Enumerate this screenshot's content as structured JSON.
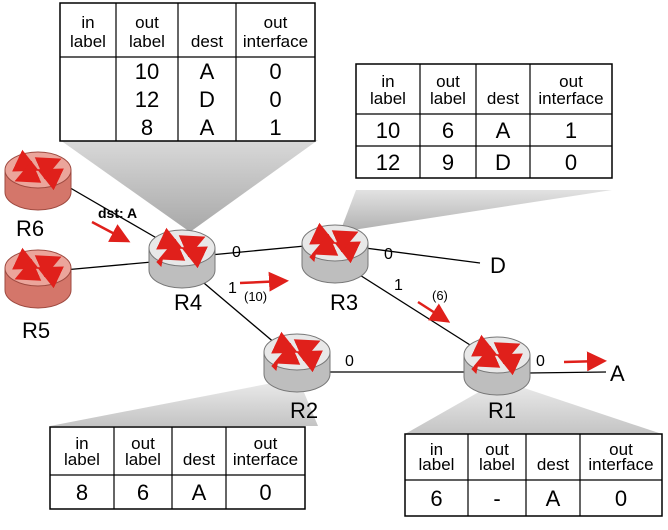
{
  "tables": {
    "r4": {
      "headers": [
        "in label",
        "out label",
        "dest",
        "out interface"
      ],
      "rows": [
        [
          "",
          "10",
          "A",
          "0"
        ],
        [
          "",
          "12",
          "D",
          "0"
        ],
        [
          "",
          "8",
          "A",
          "1"
        ]
      ]
    },
    "r3": {
      "headers": [
        "in label",
        "out label",
        "dest",
        "out interface"
      ],
      "rows": [
        [
          "10",
          "6",
          "A",
          "1"
        ],
        [
          "12",
          "9",
          "D",
          "0"
        ]
      ]
    },
    "r2": {
      "headers": [
        "in label",
        "out label",
        "dest",
        "out interface"
      ],
      "rows": [
        [
          "8",
          "6",
          "A",
          "0"
        ]
      ]
    },
    "r1": {
      "headers": [
        "in label",
        "out label",
        "dest",
        "out interface"
      ],
      "rows": [
        [
          "6",
          "-",
          "A",
          "0"
        ]
      ]
    }
  },
  "routers": {
    "r1": "R1",
    "r2": "R2",
    "r3": "R3",
    "r4": "R4",
    "r5": "R5",
    "r6": "R6"
  },
  "destinations": {
    "d": "D",
    "a": "A"
  },
  "interfaces": {
    "r4_right": "0",
    "r4_down": "1",
    "r3_right": "0",
    "r3_down": "1",
    "r2_right": "0",
    "r1_right": "0"
  },
  "annotations": {
    "dst": "dst: A",
    "label_r4_r3": "(10)",
    "label_r3_r1": "(6)"
  },
  "colors": {
    "router_blue": "#8FA9C9",
    "router_red": "#E38B80",
    "arrow": "#E0201B",
    "shadow": "#C8C8C8"
  }
}
